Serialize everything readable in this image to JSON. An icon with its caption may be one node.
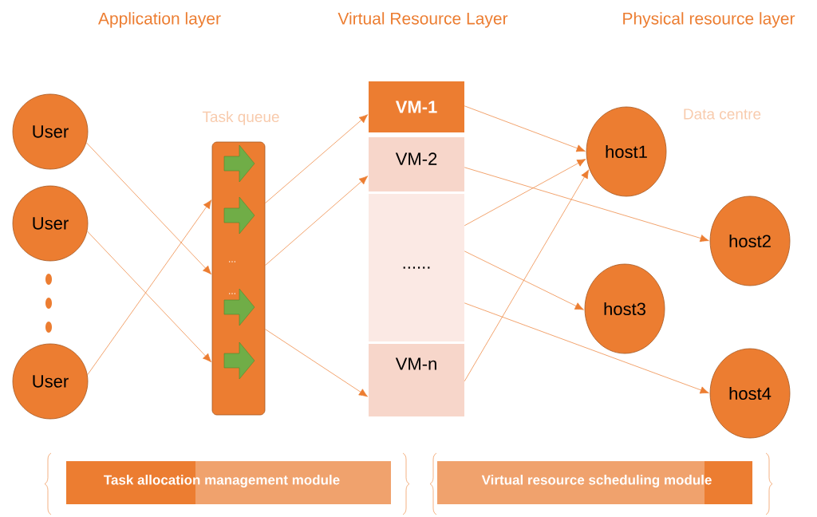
{
  "diagram": {
    "nodes": [
      {
        "text": [
          "User"
        ]
      },
      {
        "text": [
          "User"
        ]
      },
      {
        "text": [
          "User"
        ]
      },
      {
        "text": [
          "Task queue"
        ]
      },
      {
        "text": [
          "VM-1"
        ]
      },
      {
        "text": [
          "VM-2"
        ]
      },
      {
        "text": [
          "......"
        ]
      },
      {
        "text": [
          "VM-n"
        ]
      },
      {
        "text": [
          "host1"
        ]
      },
      {
        "text": [
          "host2"
        ]
      },
      {
        "text": [
          "host3"
        ]
      },
      {
        "text": [
          "host4"
        ]
      },
      {
        "text": [
          "Task allocation management module"
        ]
      },
      {
        "text": [
          "Virtual resource scheduling module"
        ]
      }
    ],
    "edges": [
      {
        "from": 0,
        "to": 3,
        "arrow": "to"
      },
      {
        "from": 1,
        "to": 3,
        "arrow": "to"
      },
      {
        "from": 2,
        "to": 3,
        "arrow": "to"
      },
      {
        "from": 3,
        "to": 4,
        "arrow": "to"
      },
      {
        "from": 3,
        "to": 5,
        "arrow": "to"
      },
      {
        "from": 3,
        "to": 7,
        "arrow": "to"
      },
      {
        "from": 4,
        "to": 8,
        "arrow": "to"
      },
      {
        "from": 5,
        "to": 9,
        "arrow": "to"
      },
      {
        "from": 6,
        "to": 8,
        "arrow": "to"
      },
      {
        "from": 6,
        "to": 10,
        "arrow": "to"
      },
      {
        "from": 6,
        "to": 11,
        "arrow": "to"
      },
      {
        "from": 7,
        "to": 8,
        "arrow": "to"
      }
    ],
    "labels": [
      "Application layer",
      "Virtual Resource Layer",
      "Physical resource layer",
      "Data centre",
      "...",
      "..."
    ]
  }
}
